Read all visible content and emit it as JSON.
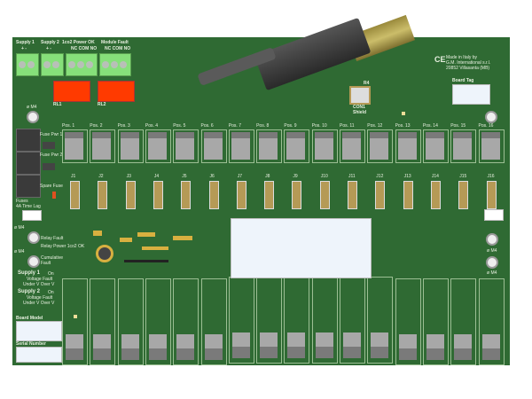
{
  "terminals": [
    {
      "label": "Supply 1",
      "sub": "+    -"
    },
    {
      "label": "Supply 2",
      "sub": "+    -"
    },
    {
      "label": "1co2 Power OK",
      "sub": "NC COM NO"
    },
    {
      "label": "Module Fault",
      "sub": "NC COM NO"
    }
  ],
  "relays": [
    "RL1",
    "RL2"
  ],
  "mount_labels": {
    "m4_top": "ø M4",
    "m4_left1": "ø M4",
    "m4_left2": "ø M4",
    "m4_right1": "ø M4",
    "m4_right2": "ø M4"
  },
  "made_in": [
    "Made in Italy by",
    "G.M. International s.r.l.",
    "20852 Villasanta (MB)"
  ],
  "ce_mark": "CE",
  "board_tag": "Board Tag",
  "con1": {
    "ref": "R4",
    "label": "CON1",
    "sub": "Shield"
  },
  "fuses": {
    "f1": "Fuse Pwr 1",
    "f2": "Fuse Pwr 2",
    "spare": "Spare Fuse",
    "note1": "Fuses",
    "note2": "4A Time Lag"
  },
  "positions": [
    "Pos. 1",
    "Pos. 2",
    "Pos. 3",
    "Pos. 4",
    "Pos. 5",
    "Pos. 6",
    "Pos. 7",
    "Pos. 8",
    "Pos. 9",
    "Pos. 10",
    "Pos. 11",
    "Pos. 12",
    "Pos. 13",
    "Pos. 14",
    "Pos. 15",
    "Pos. 16"
  ],
  "connectors": [
    "J1",
    "J2",
    "J3",
    "J4",
    "J5",
    "J6",
    "J7",
    "J8",
    "J9",
    "J10",
    "J11",
    "J12",
    "J13",
    "J14",
    "J15",
    "J16"
  ],
  "leds": {
    "relay_fault": "Relay Fault",
    "relay_power": "Relay Power 1co2 OK",
    "cumulative": "Cumulative Fault"
  },
  "supplies": [
    {
      "label": "Supply 1",
      "on": "On",
      "vf": "Voltage Fault",
      "uo": "Under V  Over V"
    },
    {
      "label": "Supply 2",
      "on": "On",
      "vf": "Voltage Fault",
      "uo": "Under V  Over V"
    }
  ],
  "board_model": "Board Model",
  "serial_number": "Serial Number"
}
